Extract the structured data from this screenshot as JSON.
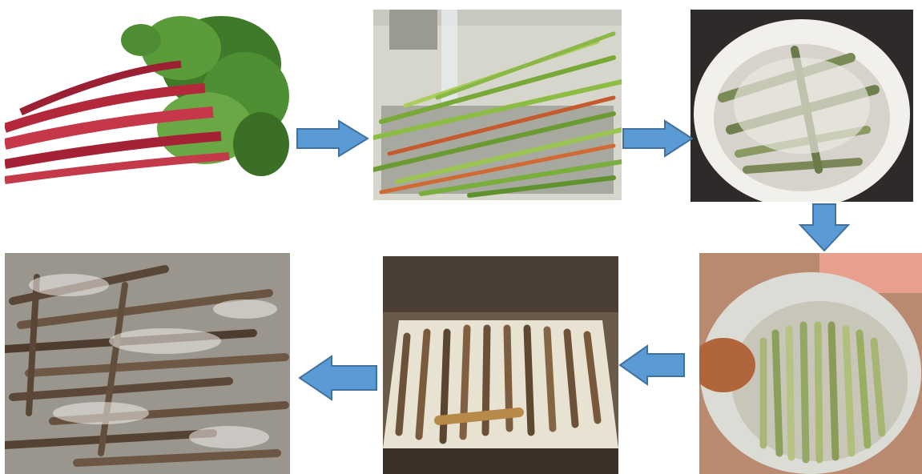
{
  "colors": {
    "arrow_fill": "#5b9bd5",
    "arrow_stroke": "#41719c"
  },
  "steps": [
    {
      "name": "fresh-rhubarb-photo"
    },
    {
      "name": "washing-rhubarb-photo"
    },
    {
      "name": "sugared-rhubarb-bowl-photo"
    },
    {
      "name": "simmering-rhubarb-pot-photo"
    },
    {
      "name": "oven-drying-tray-photo"
    },
    {
      "name": "candied-rhubarb-photo"
    }
  ],
  "arrows": [
    {
      "direction": "right"
    },
    {
      "direction": "right"
    },
    {
      "direction": "down"
    },
    {
      "direction": "left"
    },
    {
      "direction": "left"
    }
  ]
}
